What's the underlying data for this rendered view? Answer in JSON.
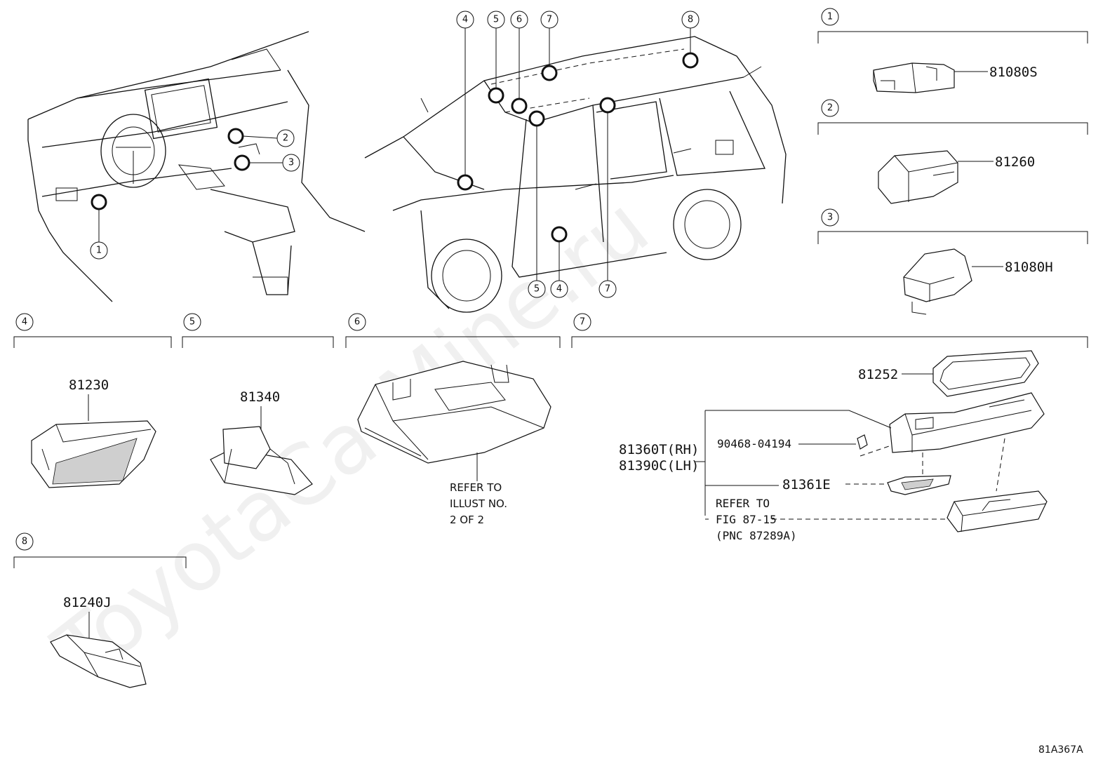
{
  "watermark": "ToyotaCarMine.ru",
  "figure_code": "81A367A",
  "overview_callouts": {
    "dash_1": "1",
    "dash_2": "2",
    "dash_3": "3",
    "top_4": "4",
    "top_5": "5",
    "top_6": "6",
    "top_7": "7",
    "top_8": "8",
    "bottom_5": "5",
    "bottom_4": "4",
    "bottom_7": "7"
  },
  "groups": [
    {
      "id": "1",
      "parts": [
        "81080S"
      ]
    },
    {
      "id": "2",
      "parts": [
        "81260"
      ]
    },
    {
      "id": "3",
      "parts": [
        "81080H"
      ]
    },
    {
      "id": "4",
      "parts": [
        "81230"
      ]
    },
    {
      "id": "5",
      "parts": [
        "81340"
      ]
    },
    {
      "id": "6",
      "note": [
        "REFER TO",
        "ILLUST NO.",
        "2 OF 2"
      ]
    },
    {
      "id": "7",
      "parts": [
        "81252",
        "90468-04194",
        "81361E"
      ],
      "assembly": [
        "81360T(RH)",
        "81390C(LH)"
      ],
      "note": [
        "REFER TO",
        "FIG 87-15",
        "(PNC 87289A)"
      ]
    },
    {
      "id": "8",
      "parts": [
        "81240J"
      ]
    }
  ]
}
